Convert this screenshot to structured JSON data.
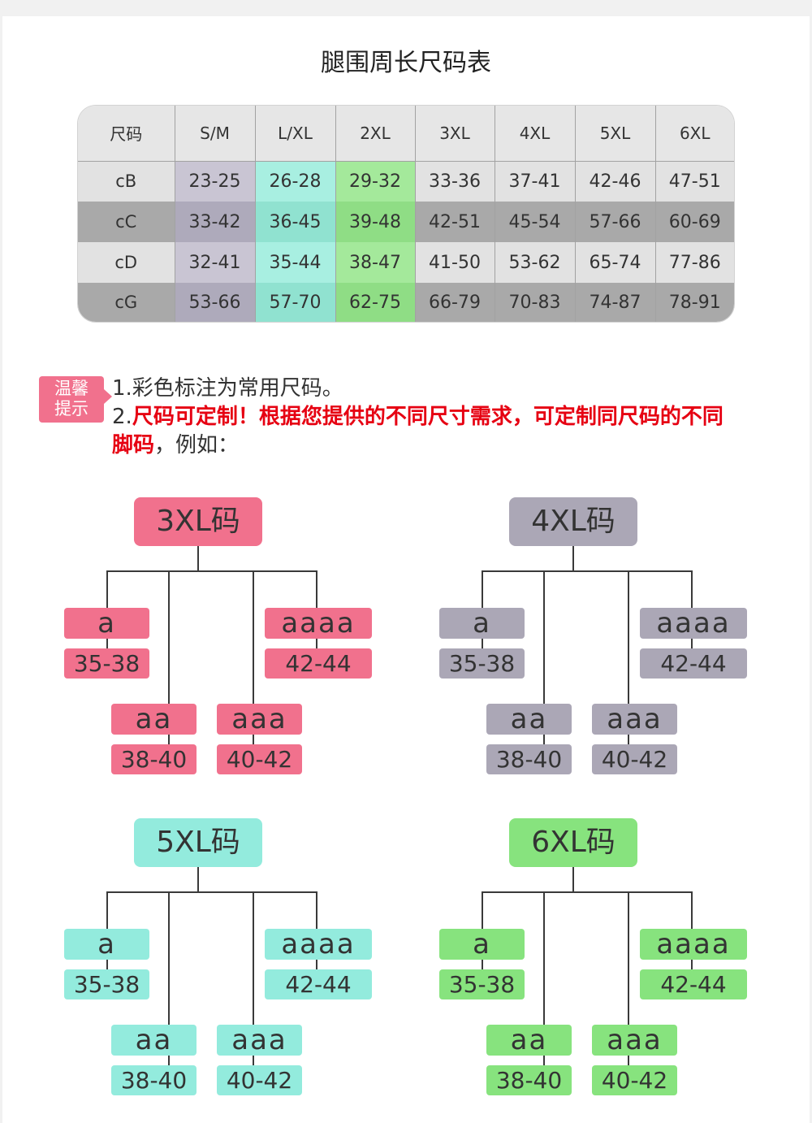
{
  "title": "腿围周长尺码表",
  "colors": {
    "pink": "#f1718d",
    "lavender": "#aba7b6",
    "teal": "#93ebdd",
    "green": "#87e37e",
    "emphasis_red": "#e60012",
    "header_bg": "#e6e6e6",
    "row_light": "#e2e2e2",
    "row_dark": "#a9a9a9",
    "sm_light": "#c9c5d3",
    "sm_dark": "#aeaabb",
    "lxl_light": "#a8efe1",
    "lxl_dark": "#90e2d0",
    "xxl_light": "#a4e99b",
    "xxl_dark": "#8fdd85"
  },
  "size_table": {
    "header": [
      "尺码",
      "S/M",
      "L/XL",
      "2XL",
      "3XL",
      "4XL",
      "5XL",
      "6XL"
    ],
    "rows": [
      {
        "label": "cB",
        "values": [
          "23-25",
          "26-28",
          "29-32",
          "33-36",
          "37-41",
          "42-46",
          "47-51"
        ]
      },
      {
        "label": "cC",
        "values": [
          "33-42",
          "36-45",
          "39-48",
          "42-51",
          "45-54",
          "57-66",
          "60-69"
        ]
      },
      {
        "label": "cD",
        "values": [
          "32-41",
          "35-44",
          "38-47",
          "41-50",
          "53-62",
          "65-74",
          "77-86"
        ]
      },
      {
        "label": "cG",
        "values": [
          "53-66",
          "57-70",
          "62-75",
          "66-79",
          "70-83",
          "74-87",
          "78-91"
        ]
      }
    ]
  },
  "notice": {
    "badge_line1": "温馨",
    "badge_line2": "提示",
    "note1": "1.彩色标注为常用尺码。",
    "note2_prefix": "2.",
    "note2_emphasis": "尺码可定制！根据您提供的不同尺寸需求，可定制同尺码的不同",
    "note3_emphasis": "脚码",
    "note3_rest": "，例如："
  },
  "examples": [
    {
      "root": "3XL码",
      "branches": [
        {
          "label": "a",
          "range": "35-38"
        },
        {
          "label": "aa",
          "range": "38-40"
        },
        {
          "label": "aaa",
          "range": "40-42"
        },
        {
          "label": "aaaa",
          "range": "42-44"
        }
      ]
    },
    {
      "root": "4XL码",
      "branches": [
        {
          "label": "a",
          "range": "35-38"
        },
        {
          "label": "aa",
          "range": "38-40"
        },
        {
          "label": "aaa",
          "range": "40-42"
        },
        {
          "label": "aaaa",
          "range": "42-44"
        }
      ]
    },
    {
      "root": "5XL码",
      "branches": [
        {
          "label": "a",
          "range": "35-38"
        },
        {
          "label": "aa",
          "range": "38-40"
        },
        {
          "label": "aaa",
          "range": "40-42"
        },
        {
          "label": "aaaa",
          "range": "42-44"
        }
      ]
    },
    {
      "root": "6XL码",
      "branches": [
        {
          "label": "a",
          "range": "35-38"
        },
        {
          "label": "aa",
          "range": "38-40"
        },
        {
          "label": "aaa",
          "range": "40-42"
        },
        {
          "label": "aaaa",
          "range": "42-44"
        }
      ]
    }
  ]
}
